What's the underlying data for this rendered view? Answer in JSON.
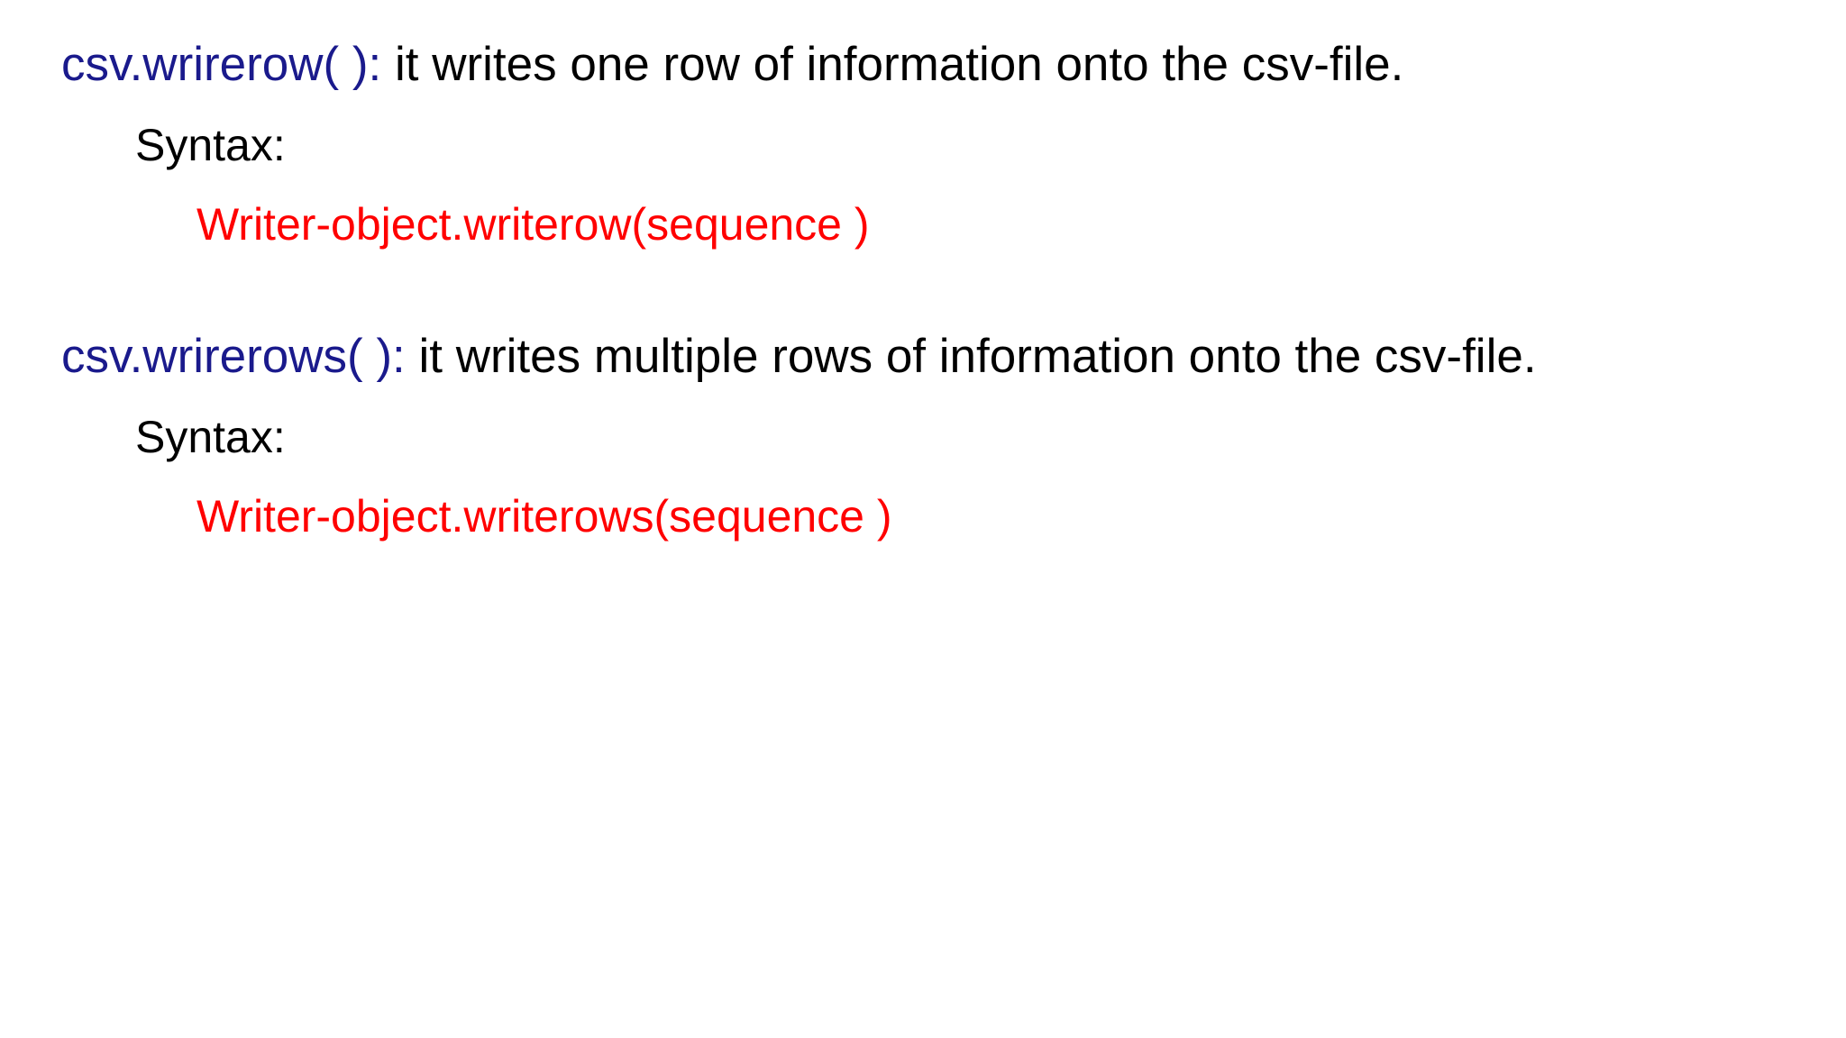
{
  "slide": {
    "background_color": "#ffffff",
    "colors": {
      "keyword_blue": "#1a1a8c",
      "syntax_red": "#ff0000",
      "body_black": "#000000"
    },
    "blocks": [
      {
        "id": "writerow",
        "heading_keyword": "csv.wrirerow( ):",
        "heading_description": " it writes one row of information onto the csv-file.",
        "syntax_label": "Syntax:",
        "syntax_code": "Writer-object.writerow(sequence )"
      },
      {
        "id": "writerows",
        "heading_keyword": "csv.wrirerows( ):",
        "heading_description": " it writes multiple rows of information onto the csv-file.",
        "syntax_label": "Syntax:",
        "syntax_code": "Writer-object.writerows(sequence )"
      }
    ]
  }
}
